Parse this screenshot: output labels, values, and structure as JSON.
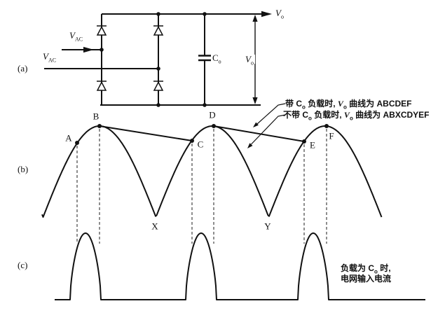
{
  "panels": {
    "a": "(a)",
    "b": "(b)",
    "c": "(c)"
  },
  "circuit": {
    "vac_top": {
      "sym": "V",
      "sub": "AC"
    },
    "vac_bottom": {
      "sym": "V",
      "sub": "AC"
    },
    "cap": {
      "sym": "C",
      "sub": "o"
    },
    "vo_out": {
      "sym": "V",
      "sub": "o"
    },
    "vo_span": {
      "sym": "V",
      "sub": "o"
    }
  },
  "waveform_b": {
    "point_labels": {
      "a": "A",
      "b": "B",
      "c": "C",
      "d": "D",
      "e": "E",
      "f": "F",
      "x": "X",
      "y": "Y"
    },
    "curve_with_load": "ABCDEF",
    "curve_without_load": "ABXCDYEF",
    "ann_with": {
      "p1": "带 C",
      "s1": "o",
      "p2": " 负载时, ",
      "v": "V",
      "s2": "o",
      "p3": " 曲线为 ABCDEF"
    },
    "ann_without": {
      "p1": "不带 C",
      "s1": "o",
      "p2": " 负载时, ",
      "v": "V",
      "s2": "o",
      "p3": " 曲线为 ABXCDYEF"
    }
  },
  "waveform_c": {
    "ann": {
      "p1": "负载为 C",
      "s1": "o",
      "p2": " 时,",
      "line2": "电网输入电流"
    }
  }
}
